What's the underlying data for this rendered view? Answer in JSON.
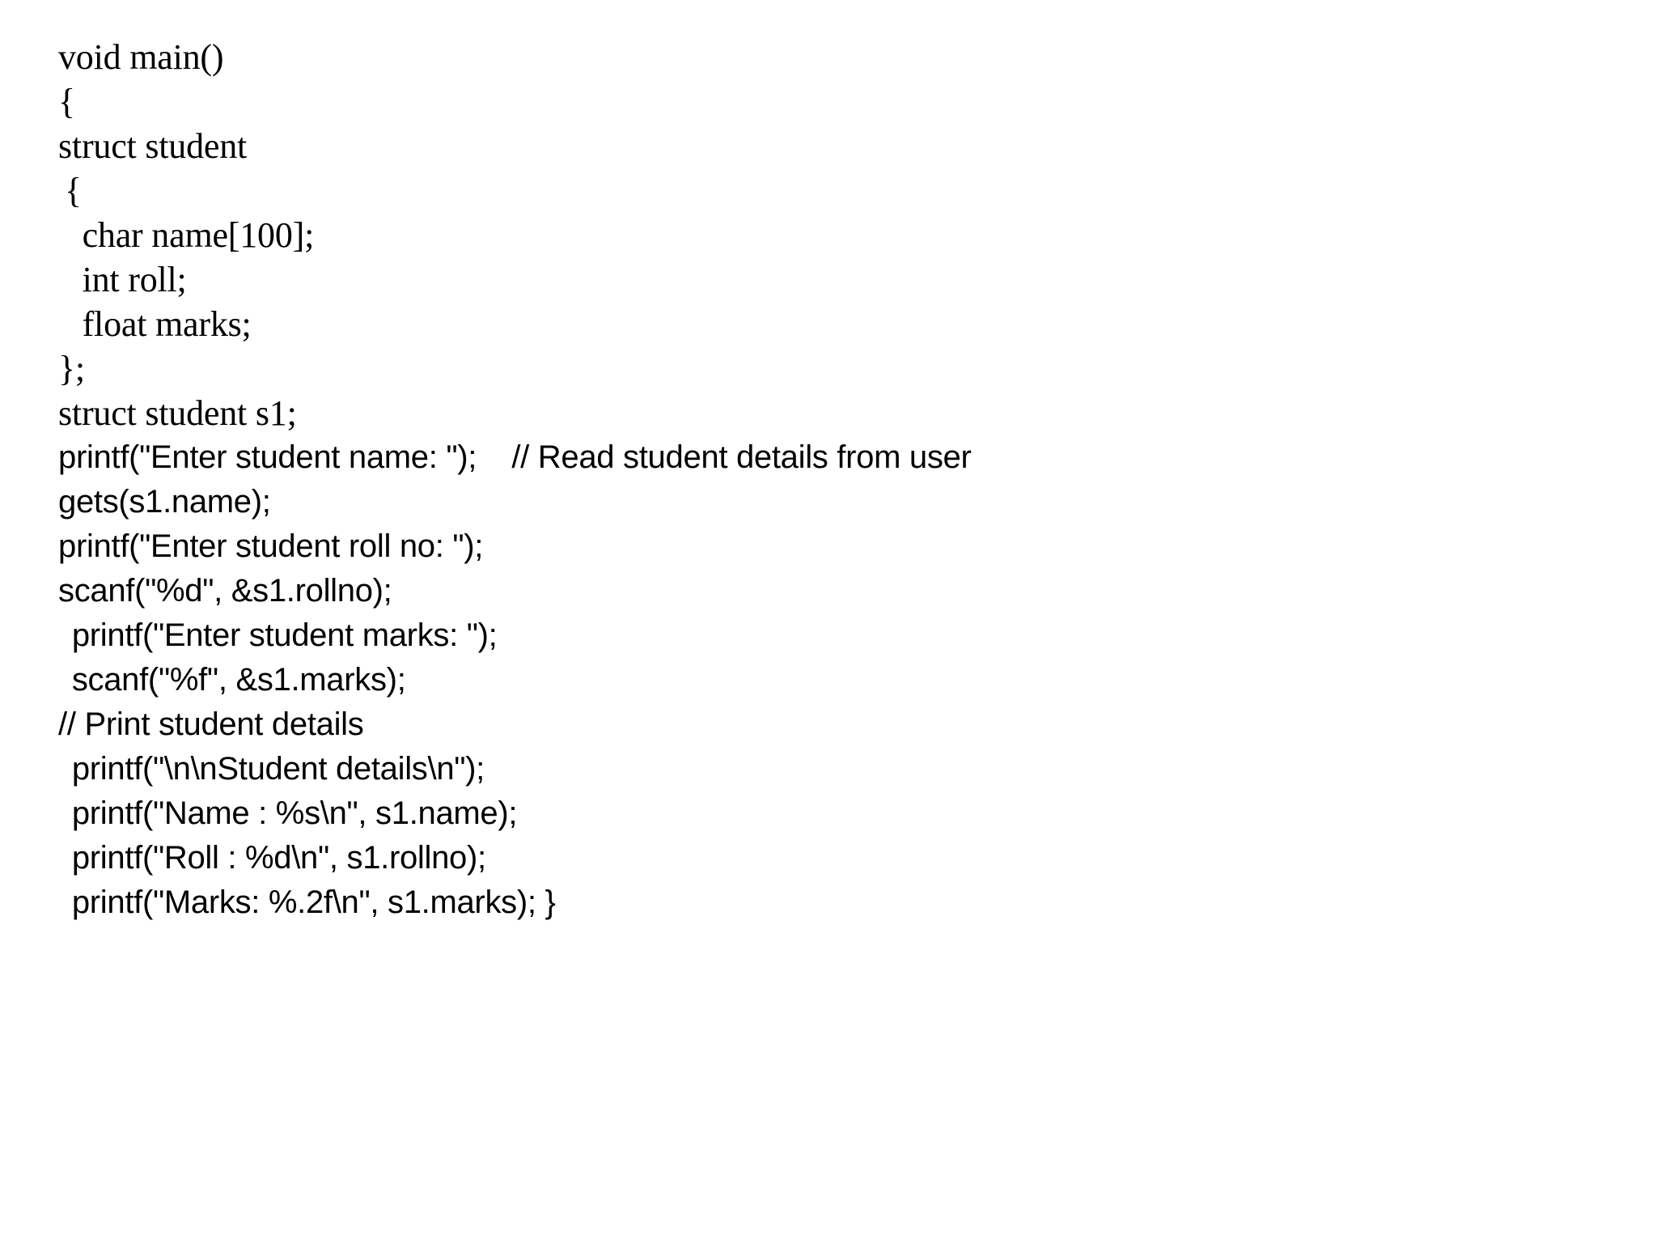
{
  "document": {
    "kind": "code-listing",
    "language": "c",
    "background_color": "#ffffff",
    "text_color": "#000000"
  },
  "code": {
    "lines": [
      {
        "text": "void main()",
        "face": "serif",
        "indent": 0
      },
      {
        "text": "{",
        "face": "serif",
        "indent": 0
      },
      {
        "text": "struct student",
        "face": "serif",
        "indent": 0
      },
      {
        "text": "{",
        "face": "serif",
        "indent": 1
      },
      {
        "text": "  char name[100];",
        "face": "serif",
        "indent": 1
      },
      {
        "text": "  int roll;",
        "face": "serif",
        "indent": 1
      },
      {
        "text": "  float marks;",
        "face": "serif",
        "indent": 1
      },
      {
        "text": "};",
        "face": "serif",
        "indent": 0
      },
      {
        "text": "struct student s1;",
        "face": "serif",
        "indent": 0
      },
      {
        "text": "printf(\"Enter student name: \");    // Read student details from user",
        "face": "sans",
        "indent": 0
      },
      {
        "text": "gets(s1.name);",
        "face": "sans",
        "indent": 0
      },
      {
        "text": "printf(\"Enter student roll no: \");",
        "face": "sans",
        "indent": 0
      },
      {
        "text": "scanf(\"%d\", &s1.rollno);",
        "face": "sans",
        "indent": 0
      },
      {
        "text": " printf(\"Enter student marks: \");",
        "face": "sans",
        "indent": 1
      },
      {
        "text": " scanf(\"%f\", &s1.marks);",
        "face": "sans",
        "indent": 1
      },
      {
        "text": "// Print student details",
        "face": "sans",
        "indent": 0
      },
      {
        "text": " printf(\"\\n\\nStudent details\\n\");",
        "face": "sans",
        "indent": 1
      },
      {
        "text": " printf(\"Name : %s\\n\", s1.name);",
        "face": "sans",
        "indent": 1
      },
      {
        "text": " printf(\"Roll : %d\\n\", s1.rollno);",
        "face": "sans",
        "indent": 1
      },
      {
        "text": " printf(\"Marks: %.2f\\n\", s1.marks); }",
        "face": "sans",
        "indent": 1
      }
    ]
  }
}
